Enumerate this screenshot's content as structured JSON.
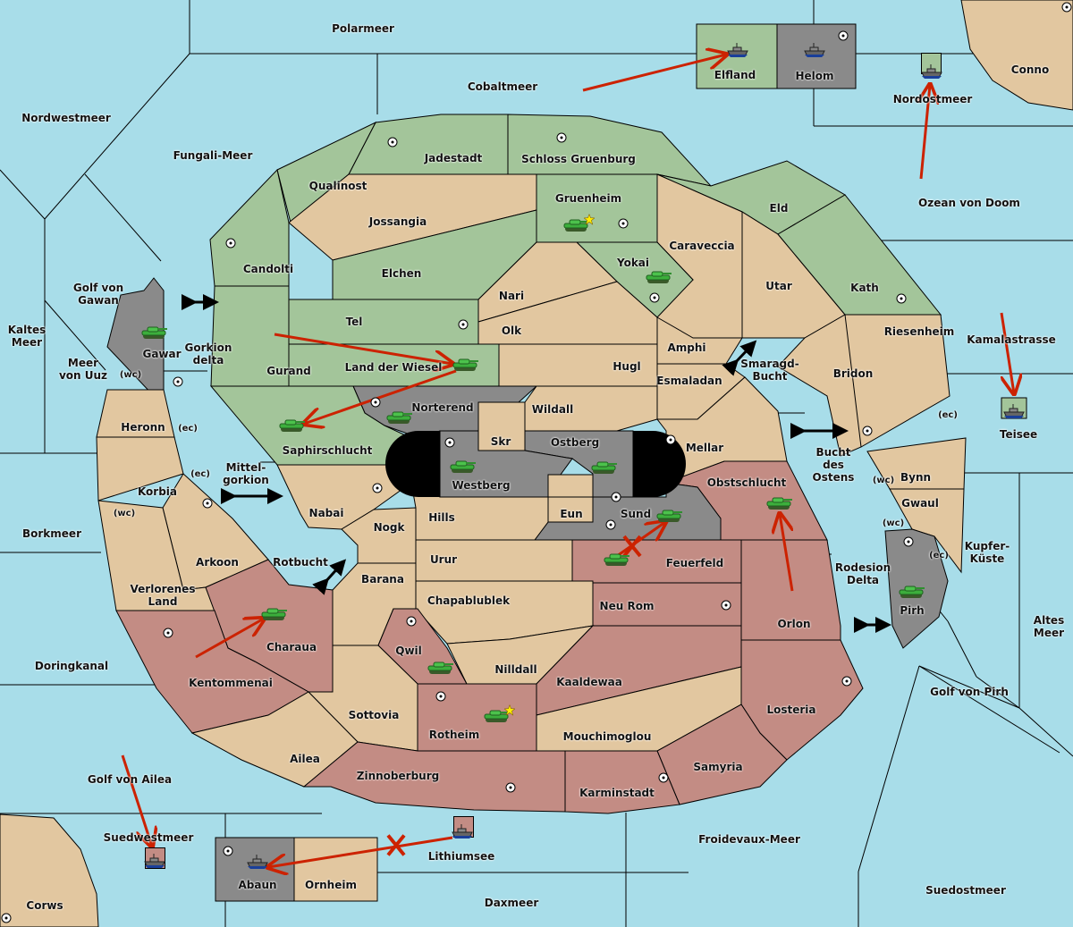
{
  "colors": {
    "sea": "#a8dde9",
    "neutral": "#e2c7a0",
    "green_power": "#a3c59a",
    "red_power": "#c38c84",
    "gray_power": "#8a8a8a",
    "impassable": "#000000",
    "order_arrow": "#cc2200"
  },
  "sea_regions": [
    {
      "name": "Polarmeer"
    },
    {
      "name": "Cobaltmeer"
    },
    {
      "name": "Nordwestmeer"
    },
    {
      "name": "Fungali-Meer"
    },
    {
      "name": "Nordostmeer"
    },
    {
      "name": "Ozean von Doom"
    },
    {
      "name": "Golf von Gawan"
    },
    {
      "name": "Kaltes Meer"
    },
    {
      "name": "Meer von Uuz"
    },
    {
      "name": "Gorkion delta"
    },
    {
      "name": "Kamalastrasse"
    },
    {
      "name": "Smaragd-Bucht"
    },
    {
      "name": "Mittel-gorkion"
    },
    {
      "name": "Bucht des Ostens"
    },
    {
      "name": "Borkmeer"
    },
    {
      "name": "Rotbucht"
    },
    {
      "name": "Kupfer-Küste"
    },
    {
      "name": "Rodesion Delta"
    },
    {
      "name": "Altes Meer"
    },
    {
      "name": "Doringkanal"
    },
    {
      "name": "Golf von Pirh"
    },
    {
      "name": "Golf von Ailea"
    },
    {
      "name": "Suedwestmeer"
    },
    {
      "name": "Lithiumsee"
    },
    {
      "name": "Froidevaux-Meer"
    },
    {
      "name": "Daxmeer"
    },
    {
      "name": "Suedostmeer"
    }
  ],
  "land_regions": [
    {
      "name": "Elfland",
      "owner": "green"
    },
    {
      "name": "Helom",
      "owner": "gray",
      "supply_center": true
    },
    {
      "name": "Conno",
      "owner": "neutral",
      "supply_center": true
    },
    {
      "name": "Jadestadt",
      "owner": "green",
      "supply_center": true
    },
    {
      "name": "Schloss Gruenburg",
      "owner": "green",
      "supply_center": true
    },
    {
      "name": "Qualinost",
      "owner": "green"
    },
    {
      "name": "Gruenheim",
      "owner": "green",
      "supply_center": true
    },
    {
      "name": "Eld",
      "owner": "green"
    },
    {
      "name": "Jossangia",
      "owner": "neutral"
    },
    {
      "name": "Candolti",
      "owner": "green",
      "supply_center": true
    },
    {
      "name": "Caraveccia",
      "owner": "neutral"
    },
    {
      "name": "Yokai",
      "owner": "green",
      "supply_center": true
    },
    {
      "name": "Elchen",
      "owner": "green"
    },
    {
      "name": "Utar",
      "owner": "neutral"
    },
    {
      "name": "Kath",
      "owner": "green",
      "supply_center": true
    },
    {
      "name": "Nari",
      "owner": "neutral"
    },
    {
      "name": "Tel",
      "owner": "green",
      "supply_center": true
    },
    {
      "name": "Olk",
      "owner": "neutral"
    },
    {
      "name": "Riesenheim",
      "owner": "neutral"
    },
    {
      "name": "Gawar",
      "owner": "gray",
      "supply_center": true
    },
    {
      "name": "Amphi",
      "owner": "neutral"
    },
    {
      "name": "Gurand",
      "owner": "green"
    },
    {
      "name": "Land der Wiesel",
      "owner": "green"
    },
    {
      "name": "Hugl",
      "owner": "neutral"
    },
    {
      "name": "Bridon",
      "owner": "neutral"
    },
    {
      "name": "Esmaladan",
      "owner": "neutral"
    },
    {
      "name": "Norterend",
      "owner": "gray",
      "supply_center": true
    },
    {
      "name": "Wildall",
      "owner": "neutral"
    },
    {
      "name": "Heronn",
      "owner": "neutral"
    },
    {
      "name": "Saphirschlucht",
      "owner": "green"
    },
    {
      "name": "Skr",
      "owner": "neutral"
    },
    {
      "name": "Ostberg",
      "owner": "gray",
      "supply_center": true
    },
    {
      "name": "Mellar",
      "owner": "neutral",
      "supply_center": true
    },
    {
      "name": "Westberg",
      "owner": "gray",
      "supply_center": true
    },
    {
      "name": "Obstschlucht",
      "owner": "red"
    },
    {
      "name": "Bynn",
      "owner": "neutral",
      "supply_center": true
    },
    {
      "name": "Korbia",
      "owner": "neutral",
      "supply_center": true
    },
    {
      "name": "Eun",
      "owner": "neutral"
    },
    {
      "name": "Sund",
      "owner": "gray",
      "supply_center": true
    },
    {
      "name": "Nabai",
      "owner": "neutral",
      "supply_center": true
    },
    {
      "name": "Gwaul",
      "owner": "neutral"
    },
    {
      "name": "Hills",
      "owner": "neutral"
    },
    {
      "name": "Nogk",
      "owner": "neutral"
    },
    {
      "name": "Arkoon",
      "owner": "neutral"
    },
    {
      "name": "Urur",
      "owner": "neutral"
    },
    {
      "name": "Feuerfeld",
      "owner": "red"
    },
    {
      "name": "Barana",
      "owner": "neutral"
    },
    {
      "name": "Verlorenes Land",
      "owner": "neutral"
    },
    {
      "name": "Chapablublek",
      "owner": "neutral"
    },
    {
      "name": "Neu Rom",
      "owner": "red",
      "supply_center": true
    },
    {
      "name": "Pirh",
      "owner": "gray",
      "supply_center": true
    },
    {
      "name": "Orlon",
      "owner": "red"
    },
    {
      "name": "Charaua",
      "owner": "red"
    },
    {
      "name": "Qwil",
      "owner": "red",
      "supply_center": true
    },
    {
      "name": "Nilldall",
      "owner": "neutral"
    },
    {
      "name": "Kentommenai",
      "owner": "red",
      "supply_center": true
    },
    {
      "name": "Kaaldewaa",
      "owner": "red"
    },
    {
      "name": "Losteria",
      "owner": "red",
      "supply_center": true
    },
    {
      "name": "Sottovia",
      "owner": "neutral"
    },
    {
      "name": "Rotheim",
      "owner": "red",
      "supply_center": true
    },
    {
      "name": "Mouchimoglou",
      "owner": "neutral"
    },
    {
      "name": "Ailea",
      "owner": "neutral"
    },
    {
      "name": "Samyria",
      "owner": "red"
    },
    {
      "name": "Zinnoberburg",
      "owner": "red",
      "supply_center": true
    },
    {
      "name": "Karminstadt",
      "owner": "red",
      "supply_center": true
    },
    {
      "name": "Teisee",
      "owner": "green"
    },
    {
      "name": "Abaun",
      "owner": "gray",
      "supply_center": true
    },
    {
      "name": "Ornheim",
      "owner": "neutral"
    },
    {
      "name": "Corws",
      "owner": "neutral",
      "supply_center": true
    }
  ],
  "coast_tags": {
    "wc": "(wc)",
    "ec": "(ec)"
  },
  "units": [
    {
      "type": "army",
      "region": "Gruenheim",
      "star": true
    },
    {
      "type": "army",
      "region": "Yokai"
    },
    {
      "type": "army",
      "region": "Gawar"
    },
    {
      "type": "army",
      "region": "Land der Wiesel"
    },
    {
      "type": "army",
      "region": "Norterend"
    },
    {
      "type": "army",
      "region": "Saphirschlucht"
    },
    {
      "type": "army",
      "region": "Westberg"
    },
    {
      "type": "army",
      "region": "Ostberg"
    },
    {
      "type": "army",
      "region": "Sund"
    },
    {
      "type": "army",
      "region": "Obstschlucht"
    },
    {
      "type": "army",
      "region": "Feuerfeld"
    },
    {
      "type": "army",
      "region": "Pirh"
    },
    {
      "type": "army",
      "region": "Charaua"
    },
    {
      "type": "army",
      "region": "Qwil"
    },
    {
      "type": "army",
      "region": "Rotheim",
      "star": true
    },
    {
      "type": "fleet",
      "region": "Elfland"
    },
    {
      "type": "fleet",
      "region": "Helom"
    },
    {
      "type": "fleet",
      "region": "Nordostmeer",
      "owner": "green"
    },
    {
      "type": "fleet",
      "region": "Teisee",
      "owner": "green"
    },
    {
      "type": "fleet",
      "region": "Suedwestmeer",
      "owner": "red"
    },
    {
      "type": "fleet",
      "region": "Lithiumsee",
      "owner": "red"
    },
    {
      "type": "fleet",
      "region": "Abaun"
    }
  ],
  "orders": [
    {
      "from": "Cobaltmeer",
      "to": "Elfland",
      "result": "success"
    },
    {
      "from": "Ozean von Doom",
      "to": "Nordostmeer",
      "result": "success"
    },
    {
      "from": "Kamalastrasse",
      "to": "Teisee",
      "result": "success"
    },
    {
      "from": "Gurand",
      "to": "Land der Wiesel",
      "result": "success"
    },
    {
      "from": "Land der Wiesel",
      "to": "Saphirschlucht",
      "result": "success"
    },
    {
      "from": "Kentommenai",
      "to": "Charaua",
      "result": "success"
    },
    {
      "from": "Feuerfeld",
      "to": "Sund",
      "result": "failed"
    },
    {
      "from": "Orlon",
      "to": "Obstschlucht",
      "result": "success"
    },
    {
      "from": "Golf von Ailea",
      "to": "Suedwestmeer",
      "result": "success"
    },
    {
      "from": "Lithiumsee",
      "to": "Abaun",
      "result": "failed"
    }
  ]
}
